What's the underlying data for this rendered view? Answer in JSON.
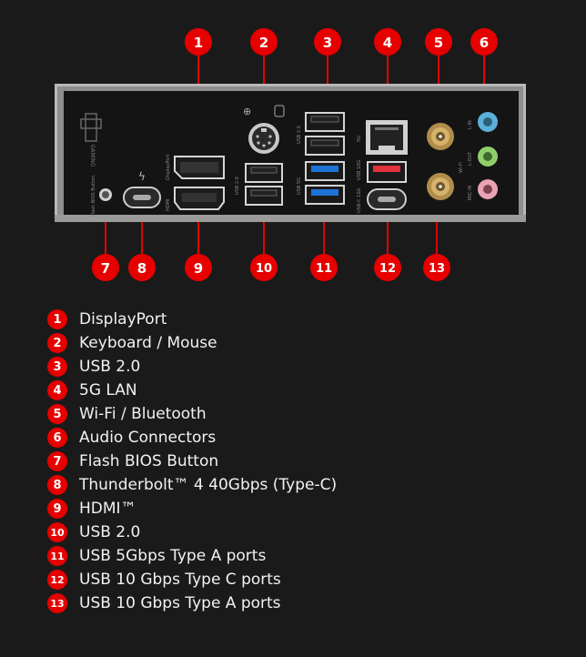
{
  "accent_color": "#e60000",
  "panel": {
    "side_logo_text": "GAMING",
    "flash_label": "Flash BIOS Button",
    "displayport_label": "DisplayPort",
    "hdmi_label": "HDMI",
    "usb20_label": "USB 2.0",
    "usb20_label_b": "USB 2.0",
    "usb5g_label": "USB 5G",
    "lan_label": "5G",
    "usb10g_label": "USB 10G",
    "usbc_label": "USB-C 10G",
    "thunderbolt_label": "Thunderbolt",
    "wifi_label": "Wi-Fi",
    "line_in": "L-IN",
    "line_out": "L-OUT",
    "mic_in": "MIC-IN"
  },
  "callouts": [
    {
      "num": "1"
    },
    {
      "num": "2"
    },
    {
      "num": "3"
    },
    {
      "num": "4"
    },
    {
      "num": "5"
    },
    {
      "num": "6"
    },
    {
      "num": "7"
    },
    {
      "num": "8"
    },
    {
      "num": "9"
    },
    {
      "num": "10"
    },
    {
      "num": "11"
    },
    {
      "num": "12"
    },
    {
      "num": "13"
    }
  ],
  "legend": [
    {
      "num": "1",
      "label": "DisplayPort"
    },
    {
      "num": "2",
      "label": "Keyboard / Mouse"
    },
    {
      "num": "3",
      "label": "USB 2.0"
    },
    {
      "num": "4",
      "label": "5G LAN"
    },
    {
      "num": "5",
      "label": "Wi-Fi / Bluetooth"
    },
    {
      "num": "6",
      "label": "Audio Connectors"
    },
    {
      "num": "7",
      "label": "Flash BIOS Button"
    },
    {
      "num": "8",
      "label": "Thunderbolt™ 4 40Gbps (Type-C)"
    },
    {
      "num": "9",
      "label": "HDMI™"
    },
    {
      "num": "10",
      "label": "USB 2.0"
    },
    {
      "num": "11",
      "label": "USB 5Gbps Type A ports"
    },
    {
      "num": "12",
      "label": "USB 10 Gbps Type C ports"
    },
    {
      "num": "13",
      "label": "USB 10 Gbps Type A ports"
    }
  ]
}
